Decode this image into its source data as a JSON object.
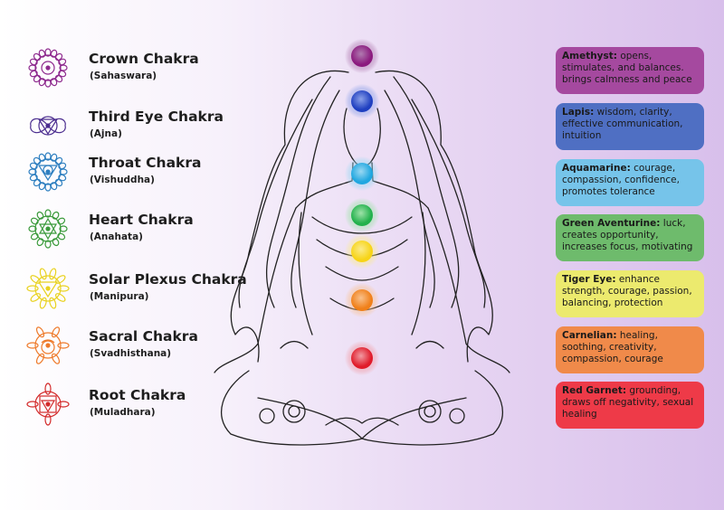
{
  "chakras": [
    {
      "name": "Crown Chakra",
      "sanskrit": "(Sahaswara)",
      "color": "#8e2a8e",
      "icon": "crown-chakra-icon"
    },
    {
      "name": "Third Eye Chakra",
      "sanskrit": "(Ajna)",
      "color": "#4b2d8f",
      "icon": "third-eye-chakra-icon"
    },
    {
      "name": "Throat Chakra",
      "sanskrit": "(Vishuddha)",
      "color": "#2e7fc0",
      "icon": "throat-chakra-icon"
    },
    {
      "name": "Heart Chakra",
      "sanskrit": "(Anahata)",
      "color": "#3a9a3a",
      "icon": "heart-chakra-icon"
    },
    {
      "name": "Solar Plexus Chakra",
      "sanskrit": "(Manipura)",
      "color": "#e9d21e",
      "icon": "solar-plexus-chakra-icon"
    },
    {
      "name": "Sacral Chakra",
      "sanskrit": "(Svadhisthana)",
      "color": "#ee7a2a",
      "icon": "sacral-chakra-icon"
    },
    {
      "name": "Root Chakra",
      "sanskrit": "(Muladhara)",
      "color": "#d32a2a",
      "icon": "root-chakra-icon"
    }
  ],
  "stones": [
    {
      "name": "Amethyst:",
      "text": " opens, stimulates, and balances. brings calmness and peace",
      "color": "#a5499f"
    },
    {
      "name": "Lapis:",
      "text": " wisdom, clarity, effective communication, intuition",
      "color": "#4f6fc3"
    },
    {
      "name": "Aquamarine:",
      "text": " courage, compassion, confidence, promotes tolerance",
      "color": "#76c4ea"
    },
    {
      "name": "Green Aventurine:",
      "text": " luck, creates opportunity, increases focus, motivating",
      "color": "#6ebb6c"
    },
    {
      "name": "Tiger Eye:",
      "text": " enhance strength, courage, passion, balancing, protection",
      "color": "#ecea6e"
    },
    {
      "name": "Carnelian:",
      "text": " healing, soothing, creativity, compassion, courage",
      "color": "#f08a4a"
    },
    {
      "name": "Red Garnet:",
      "text": " grounding, draws off negativity, sexual healing",
      "color": "#ee3a48"
    }
  ],
  "orbs": [
    {
      "color": "#8b1a7e",
      "glow": "#b07ab0"
    },
    {
      "color": "#1f3fc0",
      "glow": "#8aa0e8"
    },
    {
      "color": "#1fa7e0",
      "glow": "#9ad8f2"
    },
    {
      "color": "#22b14c",
      "glow": "#9ee2a8"
    },
    {
      "color": "#f7d417",
      "glow": "#fbeb8a"
    },
    {
      "color": "#f08019",
      "glow": "#f9c08a"
    },
    {
      "color": "#e01b2a",
      "glow": "#f19aa2"
    }
  ]
}
